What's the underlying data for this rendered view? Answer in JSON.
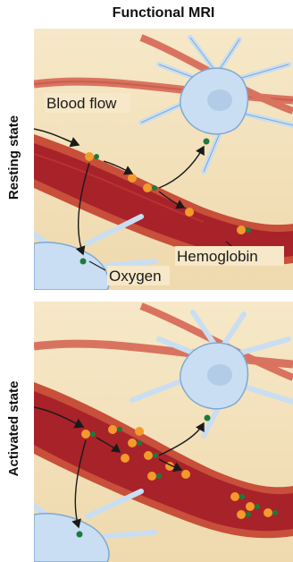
{
  "figure": {
    "title": "Functional MRI",
    "states": {
      "resting": {
        "label": "Resting state"
      },
      "activated": {
        "label": "Activated state"
      }
    },
    "labels": {
      "blood_flow": "Blood flow",
      "hemoglobin": "Hemoglobin",
      "oxygen": "Oxygen"
    }
  },
  "colors": {
    "background": "#f3e2bd",
    "vessel_wall": "#c84f3a",
    "vessel_inner": "#a8222a",
    "neuron": "#c9def2",
    "neuron_edge": "#7fa8d1",
    "hemoglobin": "#f39a2a",
    "oxygen": "#1c7a3e"
  }
}
